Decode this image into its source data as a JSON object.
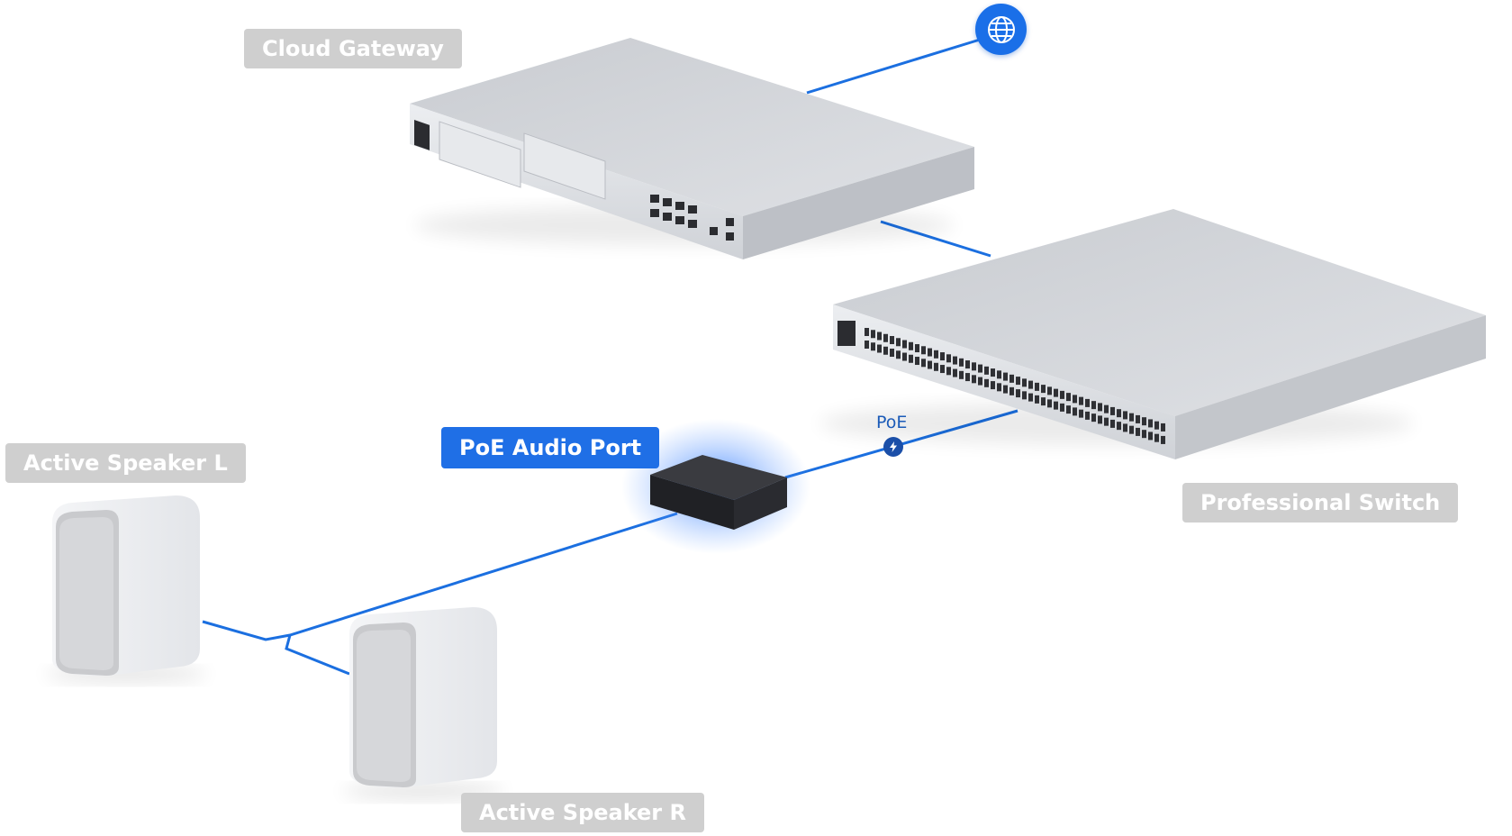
{
  "labels": {
    "cloud_gateway": "Cloud Gateway",
    "professional_switch": "Professional Switch",
    "poe_audio_port": "PoE Audio Port",
    "active_speaker_l": "Active Speaker L",
    "active_speaker_r": "Active Speaker R",
    "poe": "PoE"
  },
  "icons": {
    "internet": "globe-icon",
    "power": "lightning-bolt-icon"
  },
  "colors": {
    "link": "#1b6fe0",
    "label_gray": "#cfcfcf",
    "label_blue": "#1f6fe6",
    "device_silver": "#d4d7dc",
    "port_black": "#2a2b2f"
  }
}
